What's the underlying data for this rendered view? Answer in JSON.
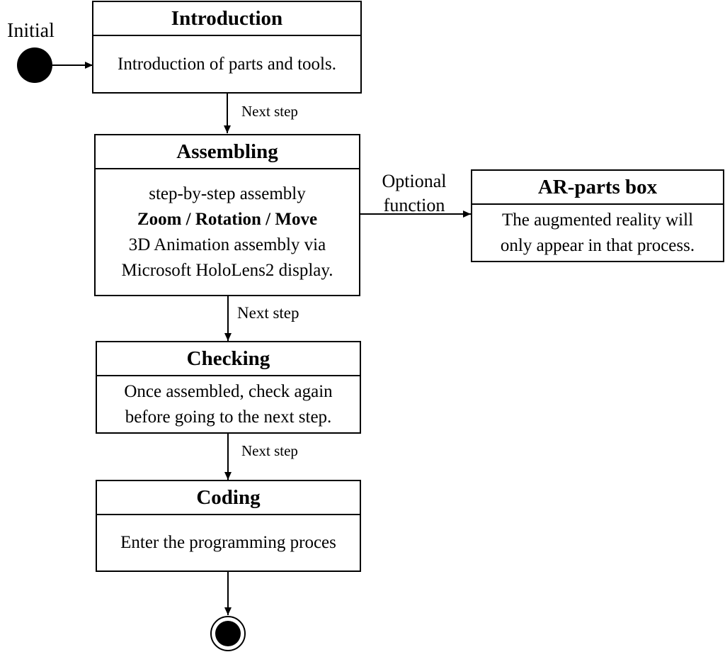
{
  "initial": {
    "label": "Initial"
  },
  "states": {
    "introduction": {
      "title": "Introduction",
      "lines": [
        "Introduction of parts and tools."
      ]
    },
    "assembling": {
      "title": "Assembling",
      "lines": [
        "step-by-step assembly",
        "Zoom / Rotation / Move",
        "3D Animation assembly via",
        "Microsoft HoloLens2 display."
      ]
    },
    "checking": {
      "title": "Checking",
      "lines": [
        "Once assembled, check again",
        "before going to the next step."
      ]
    },
    "coding": {
      "title": "Coding",
      "lines": [
        "Enter the programming proces"
      ]
    },
    "ar_parts_box": {
      "title": "AR-parts box",
      "lines": [
        "The augmented reality will",
        "only appear in that process."
      ]
    }
  },
  "transitions": {
    "intro_to_assembling": "Next step",
    "assembling_to_checking": "Next step",
    "checking_to_coding": "Next step",
    "optional": {
      "line1": "Optional",
      "line2": "function"
    }
  }
}
